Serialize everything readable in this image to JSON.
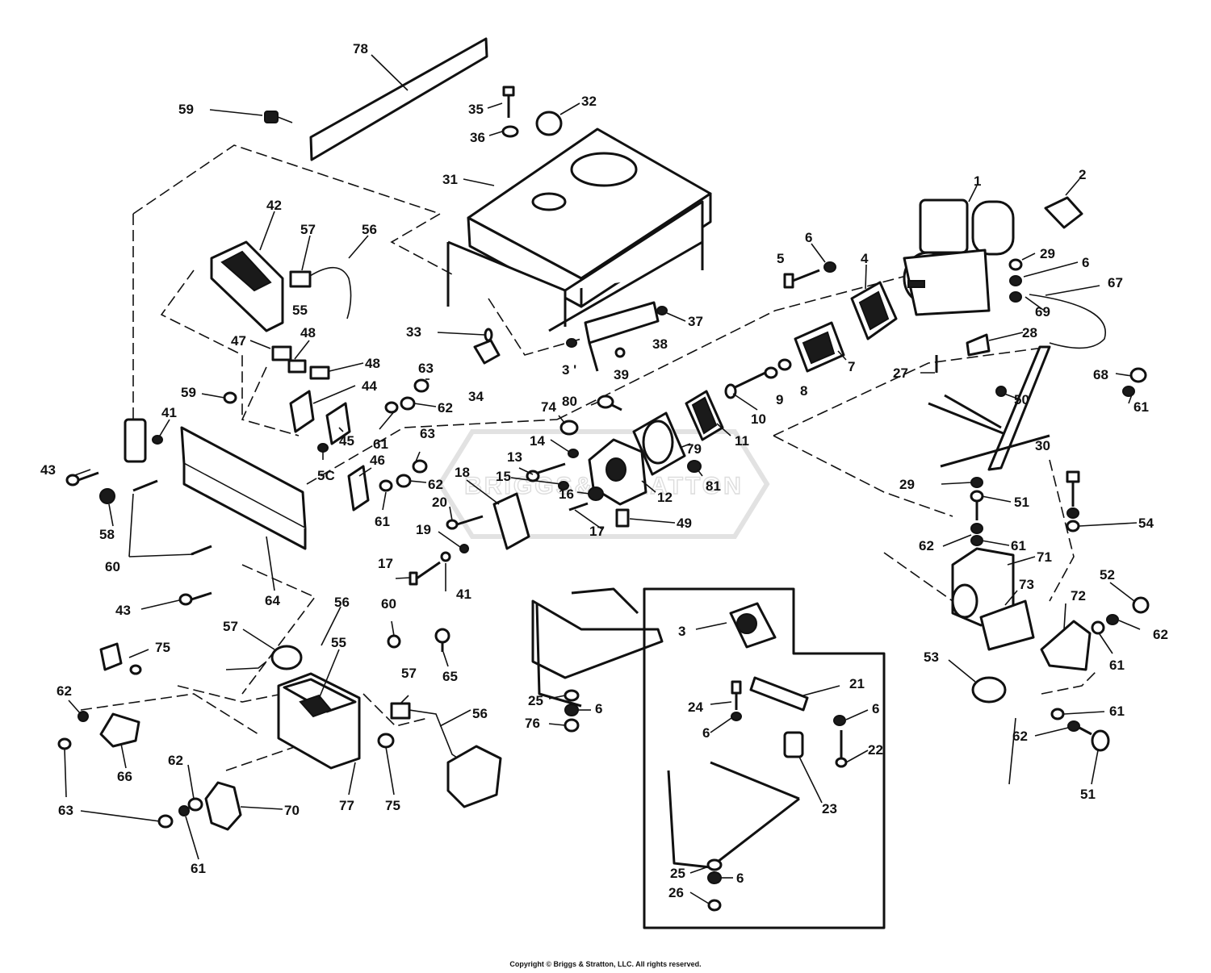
{
  "watermark": "BRIGGS&STRATTON",
  "copyright": "Copyright © Briggs & Stratton, LLC. All rights reserved.",
  "callouts": [
    {
      "id": "c78",
      "label": "78"
    },
    {
      "id": "c59a",
      "label": "59"
    },
    {
      "id": "c35",
      "label": "35"
    },
    {
      "id": "c32",
      "label": "32"
    },
    {
      "id": "c36",
      "label": "36"
    },
    {
      "id": "c31",
      "label": "31"
    },
    {
      "id": "c1",
      "label": "1"
    },
    {
      "id": "c2",
      "label": "2"
    },
    {
      "id": "c42",
      "label": "42"
    },
    {
      "id": "c57a",
      "label": "57"
    },
    {
      "id": "c56a",
      "label": "56"
    },
    {
      "id": "c6a",
      "label": "6"
    },
    {
      "id": "c5",
      "label": "5"
    },
    {
      "id": "c4",
      "label": "4"
    },
    {
      "id": "c29a",
      "label": "29"
    },
    {
      "id": "c6b",
      "label": "6"
    },
    {
      "id": "c67",
      "label": "67"
    },
    {
      "id": "c55a",
      "label": "55"
    },
    {
      "id": "c69",
      "label": "69"
    },
    {
      "id": "c33",
      "label": "33"
    },
    {
      "id": "c37",
      "label": "37"
    },
    {
      "id": "c47",
      "label": "47"
    },
    {
      "id": "c48a",
      "label": "48"
    },
    {
      "id": "c38",
      "label": "38"
    },
    {
      "id": "c28",
      "label": "28"
    },
    {
      "id": "c48b",
      "label": "48"
    },
    {
      "id": "c3a",
      "label": "3 '"
    },
    {
      "id": "c39",
      "label": "39"
    },
    {
      "id": "c7",
      "label": "7"
    },
    {
      "id": "c27",
      "label": "27"
    },
    {
      "id": "c34",
      "label": "34"
    },
    {
      "id": "c44",
      "label": "44"
    },
    {
      "id": "c9",
      "label": "9"
    },
    {
      "id": "c8",
      "label": "8"
    },
    {
      "id": "c68",
      "label": "68"
    },
    {
      "id": "c63a",
      "label": "63"
    },
    {
      "id": "c59b",
      "label": "59"
    },
    {
      "id": "c62a",
      "label": "62"
    },
    {
      "id": "c50",
      "label": "50"
    },
    {
      "id": "c61a",
      "label": "61"
    },
    {
      "id": "c80",
      "label": "80"
    },
    {
      "id": "c10",
      "label": "10"
    },
    {
      "id": "c74",
      "label": "74"
    },
    {
      "id": "c41a",
      "label": "41"
    },
    {
      "id": "c11",
      "label": "11"
    },
    {
      "id": "c45",
      "label": "45"
    },
    {
      "id": "c61b",
      "label": "61"
    },
    {
      "id": "c63b",
      "label": "63"
    },
    {
      "id": "c30",
      "label": "30"
    },
    {
      "id": "c14",
      "label": "14"
    },
    {
      "id": "c79",
      "label": "79"
    },
    {
      "id": "c5c",
      "label": "5C"
    },
    {
      "id": "c43a",
      "label": "43"
    },
    {
      "id": "c13",
      "label": "13"
    },
    {
      "id": "c18",
      "label": "18"
    },
    {
      "id": "c46",
      "label": "46"
    },
    {
      "id": "c15",
      "label": "15"
    },
    {
      "id": "c81",
      "label": "81"
    },
    {
      "id": "c62b",
      "label": "62"
    },
    {
      "id": "c29b",
      "label": "29"
    },
    {
      "id": "c12",
      "label": "12"
    },
    {
      "id": "c16",
      "label": "16"
    },
    {
      "id": "c51a",
      "label": "51"
    },
    {
      "id": "c61c",
      "label": "61"
    },
    {
      "id": "c20",
      "label": "20"
    },
    {
      "id": "c17a",
      "label": "17"
    },
    {
      "id": "c58",
      "label": "58"
    },
    {
      "id": "c54",
      "label": "54"
    },
    {
      "id": "c49",
      "label": "49"
    },
    {
      "id": "c62c",
      "label": "62"
    },
    {
      "id": "c61d",
      "label": "61"
    },
    {
      "id": "c19",
      "label": "19"
    },
    {
      "id": "c71",
      "label": "71"
    },
    {
      "id": "c60a",
      "label": "60"
    },
    {
      "id": "c17b",
      "label": "17"
    },
    {
      "id": "c52",
      "label": "52"
    },
    {
      "id": "c41b",
      "label": "41"
    },
    {
      "id": "c73",
      "label": "73"
    },
    {
      "id": "c72",
      "label": "72"
    },
    {
      "id": "c43b",
      "label": "43"
    },
    {
      "id": "c64",
      "label": "64"
    },
    {
      "id": "c56b",
      "label": "56"
    },
    {
      "id": "c62d",
      "label": "62"
    },
    {
      "id": "c61e",
      "label": "61"
    },
    {
      "id": "c57b",
      "label": "57"
    },
    {
      "id": "c3b",
      "label": "3"
    },
    {
      "id": "c60b",
      "label": "60"
    },
    {
      "id": "c55b",
      "label": "55"
    },
    {
      "id": "c75a",
      "label": "75"
    },
    {
      "id": "c65",
      "label": "65"
    },
    {
      "id": "c53",
      "label": "53"
    },
    {
      "id": "c21",
      "label": "21"
    },
    {
      "id": "c62e",
      "label": "62"
    },
    {
      "id": "c57c",
      "label": "57"
    },
    {
      "id": "c24",
      "label": "24"
    },
    {
      "id": "c25a",
      "label": "25"
    },
    {
      "id": "c6c",
      "label": "6"
    },
    {
      "id": "c56c",
      "label": "56"
    },
    {
      "id": "c6d",
      "label": "6"
    },
    {
      "id": "c76",
      "label": "76"
    },
    {
      "id": "c6e",
      "label": "6"
    },
    {
      "id": "c61f",
      "label": "61"
    },
    {
      "id": "c66",
      "label": "66"
    },
    {
      "id": "c22",
      "label": "22"
    },
    {
      "id": "c62f",
      "label": "62"
    },
    {
      "id": "c51b",
      "label": "51"
    },
    {
      "id": "c62g",
      "label": "62"
    },
    {
      "id": "c23",
      "label": "23"
    },
    {
      "id": "c77",
      "label": "77"
    },
    {
      "id": "c75b",
      "label": "75"
    },
    {
      "id": "c63c",
      "label": "63"
    },
    {
      "id": "c70",
      "label": "70"
    },
    {
      "id": "c61g",
      "label": "61"
    },
    {
      "id": "c25b",
      "label": "25"
    },
    {
      "id": "c6f",
      "label": "6"
    },
    {
      "id": "c26",
      "label": "26"
    }
  ]
}
